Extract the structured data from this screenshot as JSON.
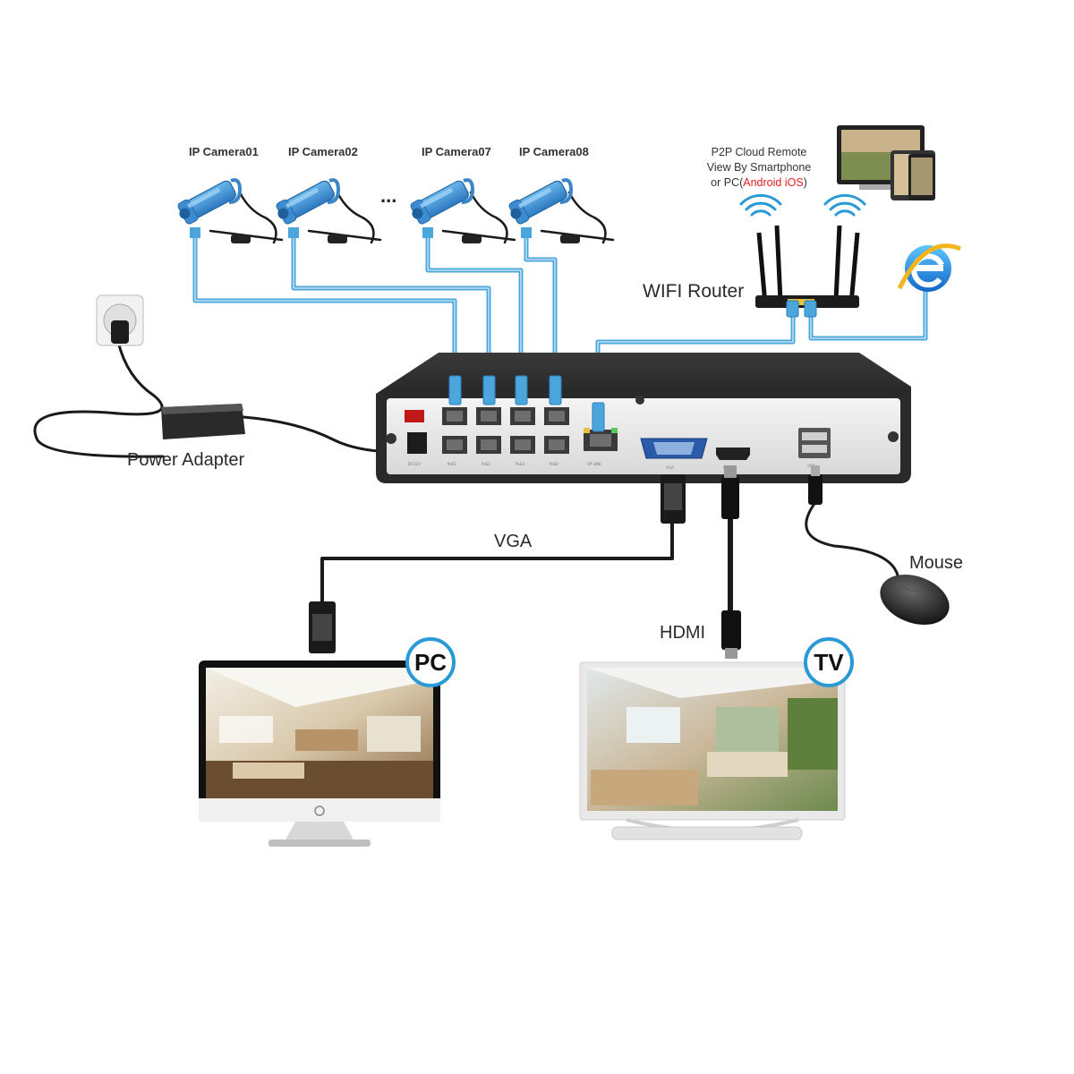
{
  "cameras": [
    {
      "label": "IP Camera01"
    },
    {
      "label": "IP Camera02"
    },
    {
      "label": "IP Camera07"
    },
    {
      "label": "IP Camera08"
    }
  ],
  "ellipsis": "...",
  "p2p": {
    "line1": "P2P Cloud Remote",
    "line2": "View By Smartphone",
    "line3_prefix": "or PC(",
    "line3_red": "Android iOS",
    "line3_suffix": ")"
  },
  "router_label": "WIFI Router",
  "power_label": "Power Adapter",
  "vga_label": "VGA",
  "hdmi_label": "HDMI",
  "mouse_label": "Mouse",
  "pc_badge": "PC",
  "tv_badge": "TV",
  "colors": {
    "cable_blue": "#4ba6dc",
    "camera_blue": "#3f8fd0",
    "badge_ring": "#2a9ad6",
    "nvr_body": "#2b2b2b",
    "cable_black": "#1a1a1a"
  },
  "icons": [
    "ip-camera-icon",
    "wifi-router-icon",
    "internet-explorer-icon",
    "wall-socket-icon",
    "power-adapter-icon",
    "nvr-device-icon",
    "vga-connector-icon",
    "hdmi-connector-icon",
    "usb-connector-icon",
    "mouse-icon",
    "pc-monitor-icon",
    "tv-icon",
    "remote-devices-icon",
    "wifi-signal-icon"
  ]
}
